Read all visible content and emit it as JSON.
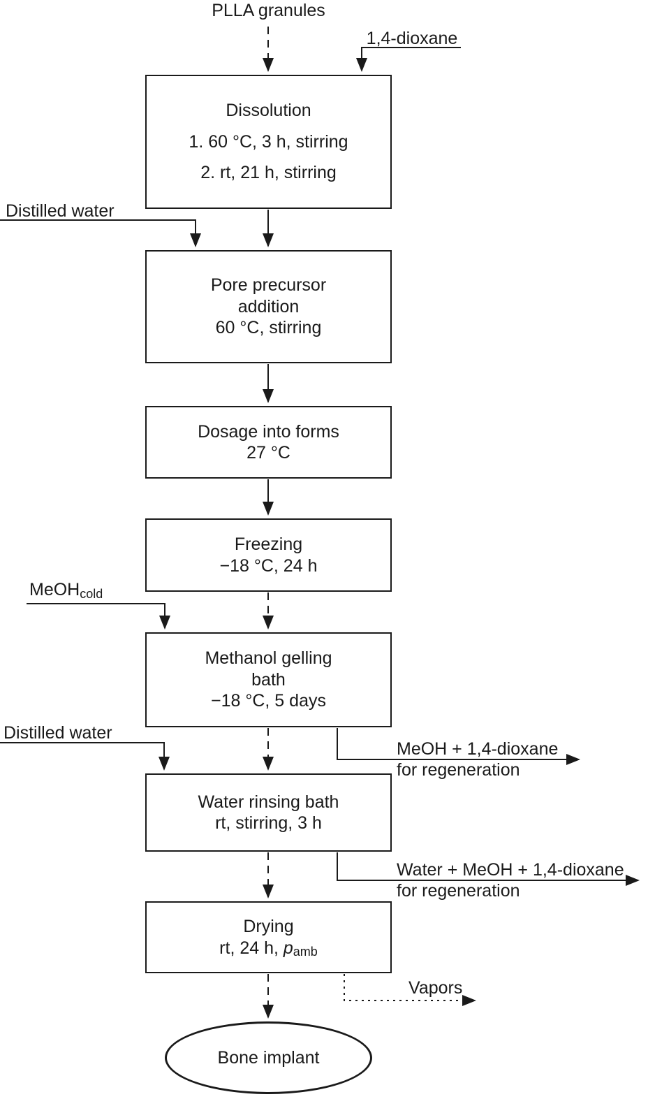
{
  "flow": {
    "source_label": "PLLA granules",
    "boxes": {
      "dissolution": {
        "title": "Dissolution",
        "step1": "1. 60 °C, 3 h, stirring",
        "step2": "2. rt, 21 h, stirring"
      },
      "pore_precursor": {
        "l1": "Pore precursor",
        "l2": "addition",
        "l3": "60 °C, stirring"
      },
      "dosage": {
        "l1": "Dosage into forms",
        "l2": "27 °C"
      },
      "freezing": {
        "l1": "Freezing",
        "l2": "−18 °C, 24 h"
      },
      "gelling": {
        "l1": "Methanol gelling",
        "l2": "bath",
        "l3": "−18 °C, 5 days"
      },
      "rinsing": {
        "l1": "Water rinsing bath",
        "l2": "rt, stirring, 3 h"
      },
      "drying": {
        "l1": "Drying",
        "l2_prefix": "rt, 24 h, ",
        "l2_symbol": "p",
        "l2_sub": "amb"
      }
    },
    "inputs": {
      "dioxane": "1,4-dioxane",
      "distilled_water_1": "Distilled water",
      "meoh_main": "MeOH",
      "meoh_sub": "cold",
      "distilled_water_2": "Distilled water"
    },
    "outputs": {
      "meoh_dioxane_l1": "MeOH + 1,4-dioxane",
      "meoh_dioxane_l2": "for regeneration",
      "water_meoh_dioxane_l1": "Water + MeOH + 1,4-dioxane",
      "water_meoh_dioxane_l2": "for regeneration",
      "vapors": "Vapors"
    },
    "terminal_label": "Bone implant"
  },
  "colors": {
    "line": "#1a1a1a",
    "text": "#1a1a1a",
    "background": "#ffffff"
  }
}
